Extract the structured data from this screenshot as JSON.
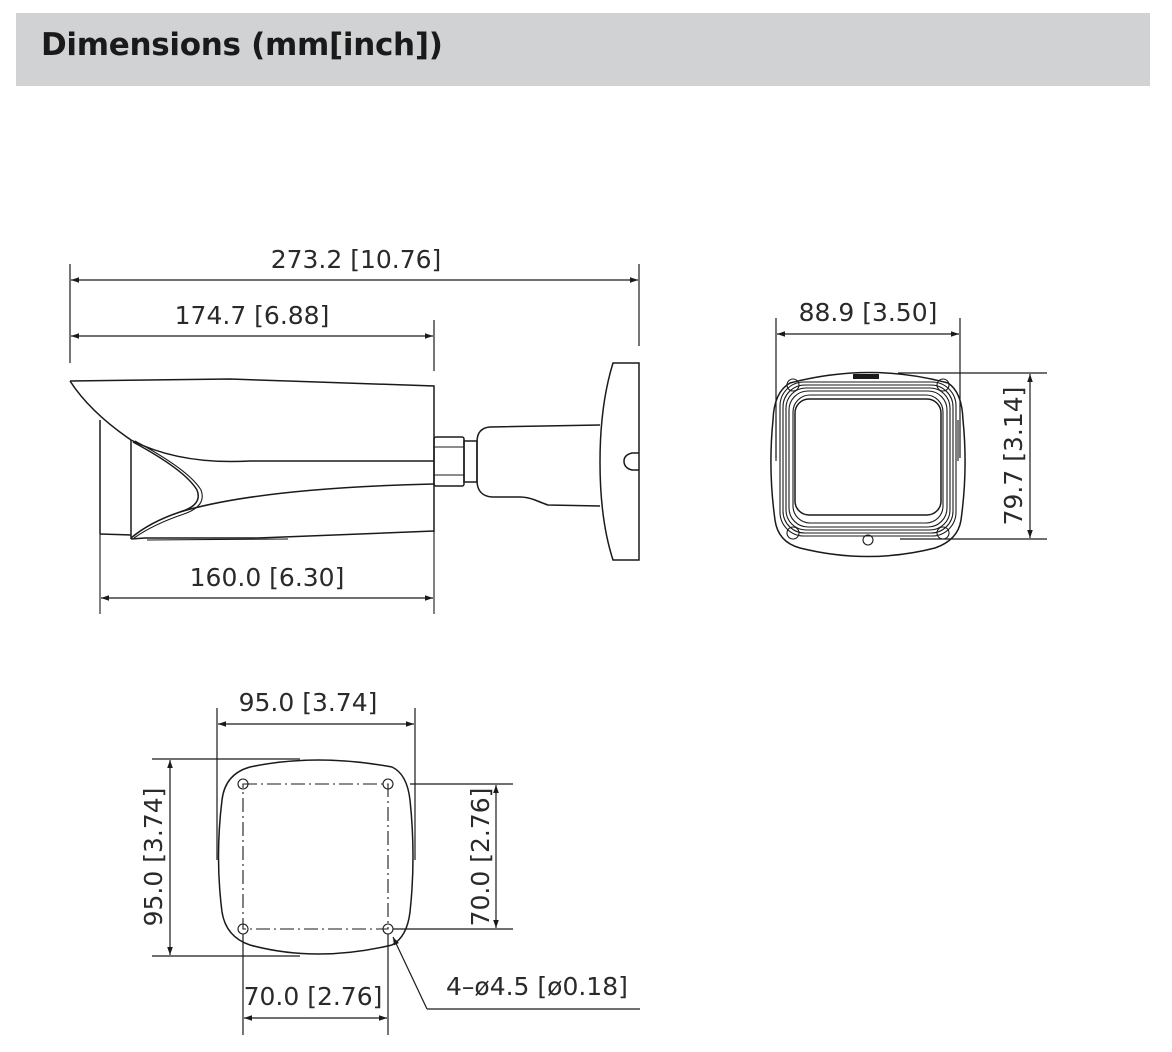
{
  "header": {
    "title": "Dimensions (mm[inch])",
    "background": "#d1d2d4"
  },
  "side_view": {
    "overall_length": "273.2 [10.76]",
    "housing_length": "174.7 [6.88]",
    "body_length": "160.0 [6.30]"
  },
  "front_view": {
    "width": "88.9 [3.50]",
    "height": "79.7 [3.14]"
  },
  "mount_plate": {
    "width": "95.0 [3.74]",
    "height": "95.0 [3.74]",
    "hole_spacing_vertical": "70.0 [2.76]",
    "hole_spacing_horizontal": "70.0 [2.76]",
    "hole_callout": "4–ø4.5 [ø0.18]"
  },
  "colors": {
    "line": "#1a1a1a",
    "text": "#2a2a2a"
  }
}
